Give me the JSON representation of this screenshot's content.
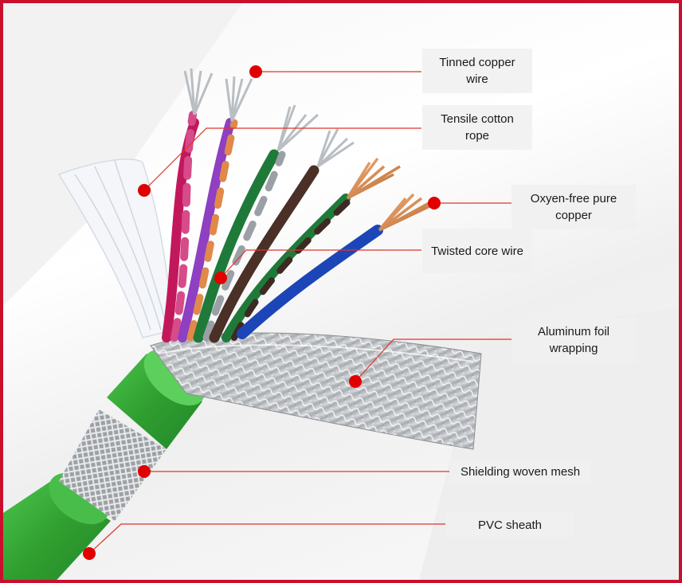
{
  "labels": {
    "tinned_copper_wire": "Tinned copper wire",
    "tensile_cotton_rope": "Tensile cotton rope",
    "oxygen_free_pure_copper": "Oxyen-free pure copper",
    "twisted_core_wire": "Twisted core wire",
    "aluminum_foil_wrapping": "Aluminum foil wrapping",
    "shielding_woven_mesh": "Shielding woven mesh",
    "pvc_sheath": "PVC sheath"
  },
  "colors": {
    "frame_border": "#c8102e",
    "leader_line": "#e0352b",
    "marker_dot": "#e00000",
    "sheath_green": "#3aa83a",
    "foil_silver": "#b9bcc0"
  }
}
